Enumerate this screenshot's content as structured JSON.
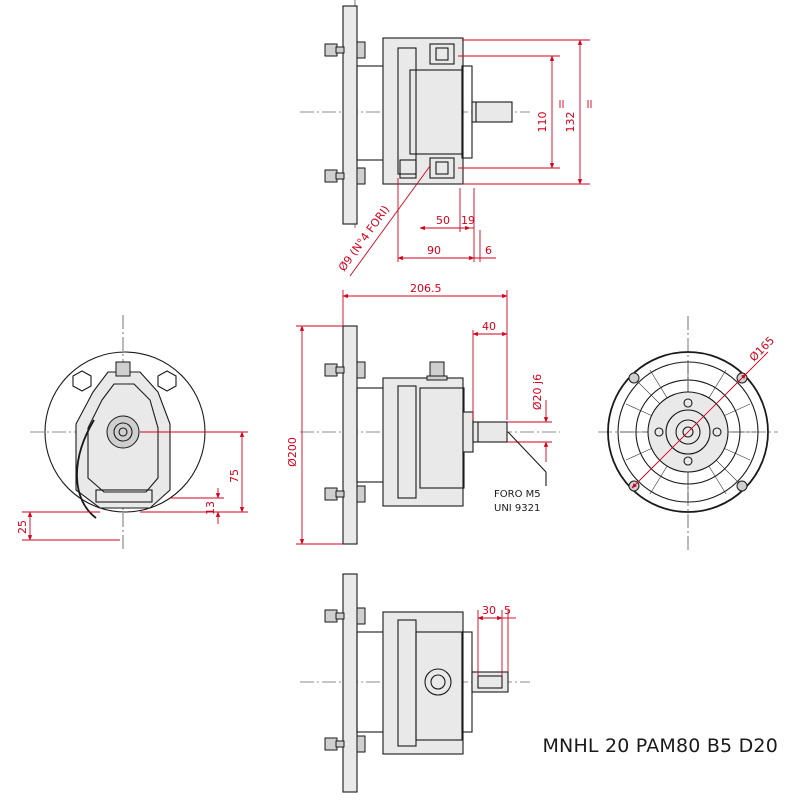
{
  "title": "MNHL 20 PAM80 B5 D20",
  "note_lines": [
    "FORO M5",
    "UNI 9321"
  ],
  "dimensions": {
    "top_height_inner": "110",
    "top_height_outer": "132",
    "holes": "Ø9 (N°4 FORI)",
    "top_50": "50",
    "top_19": "19",
    "top_90": "90",
    "top_6": "6",
    "overall_length": "206.5",
    "shaft_len": "40",
    "flange_dia": "Ø200",
    "shaft_dia": "Ø20 j6",
    "left_75": "75",
    "left_13": "13",
    "left_25": "25",
    "right_dia": "Ø165",
    "bottom_30": "30",
    "bottom_5": "5"
  },
  "colors": {
    "dimension": "#d6001c",
    "line": "#1a1a1a"
  }
}
